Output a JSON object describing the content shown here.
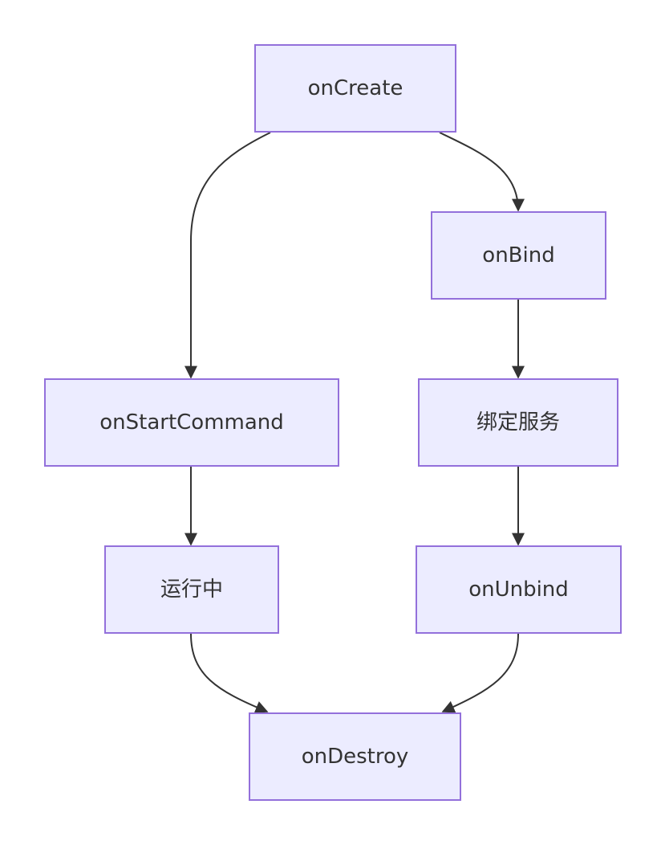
{
  "colors": {
    "node_fill": "#ECECFF",
    "node_stroke": "#9370DB",
    "edge": "#333333",
    "text": "#333333"
  },
  "nodes": {
    "oncreate": "onCreate",
    "onbind": "onBind",
    "onstartcommand": "onStartCommand",
    "bind_service": "绑定服务",
    "running": "运行中",
    "onunbind": "onUnbind",
    "ondestroy": "onDestroy"
  },
  "edges": [
    {
      "from": "oncreate",
      "to": "onstartcommand"
    },
    {
      "from": "oncreate",
      "to": "onbind"
    },
    {
      "from": "onbind",
      "to": "bind_service"
    },
    {
      "from": "onstartcommand",
      "to": "running"
    },
    {
      "from": "bind_service",
      "to": "onunbind"
    },
    {
      "from": "running",
      "to": "ondestroy"
    },
    {
      "from": "onunbind",
      "to": "ondestroy"
    }
  ]
}
